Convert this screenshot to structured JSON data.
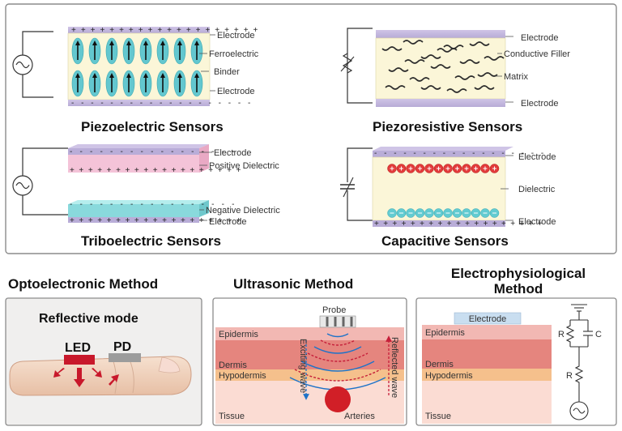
{
  "top_panel": {
    "piezoelectric": {
      "title": "Piezoelectric Sensors",
      "labels": {
        "electrode_top": "Electrode",
        "ferroelectric": "Ferroelectric",
        "binder": "Binder",
        "electrode_bottom": "Electrode"
      }
    },
    "piezoresistive": {
      "title": "Piezoresistive Sensors",
      "labels": {
        "electrode_top": "Electrode",
        "filler": "Conductive Filler",
        "matrix": "Matrix",
        "electrode_bottom": "Electrode"
      }
    },
    "triboelectric": {
      "title": "Triboelectric Sensors",
      "labels": {
        "electrode_top": "Electrode",
        "positive": "Positive Dielectric",
        "negative": "Negative Dielectric",
        "electrode_bottom": "Electrode"
      }
    },
    "capacitive": {
      "title": "Capacitive Sensors",
      "labels": {
        "electrode_top": "Electrode",
        "dielectric": "Dielectric",
        "electrode_bottom": "Electrode"
      }
    }
  },
  "optoelectronic": {
    "title": "Optoelectronic Method",
    "mode": "Reflective mode",
    "led": "LED",
    "pd": "PD"
  },
  "ultrasonic": {
    "title": "Ultrasonic Method",
    "probe": "Probe",
    "layers": [
      "Epidermis",
      "Dermis",
      "Hypodermis",
      "Tissue"
    ],
    "exciting": "Exciting wave",
    "reflected": "Reflected wave",
    "arteries": "Arteries"
  },
  "electrophysiological": {
    "title_line1": "Electrophysiological",
    "title_line2": "Method",
    "electrode": "Electrode",
    "layers": [
      "Epidermis",
      "Dermis",
      "Hypodermis",
      "Tissue"
    ],
    "r1": "R",
    "c": "C",
    "r2": "R"
  }
}
